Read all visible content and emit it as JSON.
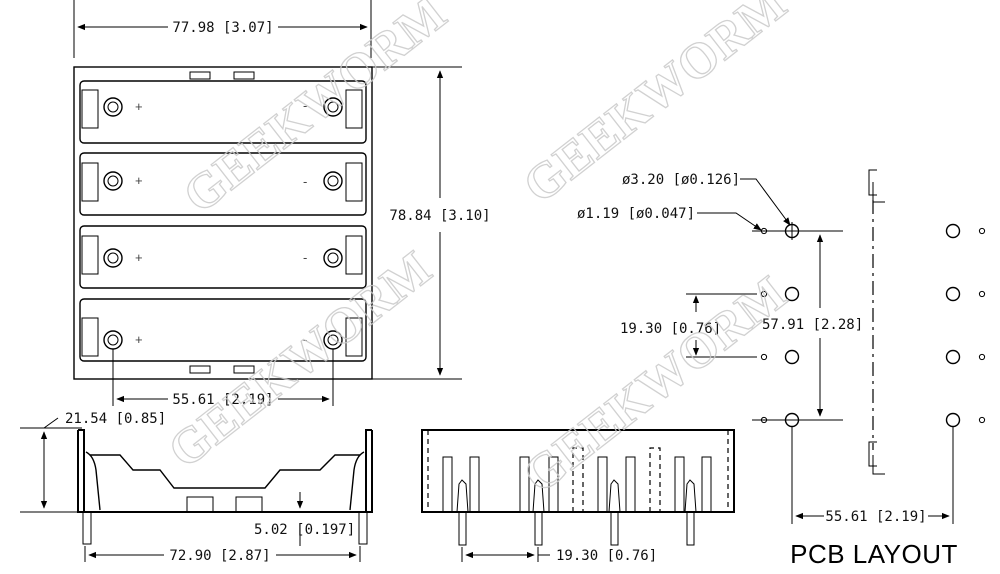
{
  "watermark": "GEEKWORM",
  "top_view": {
    "width_dim": "77.98 [3.07]",
    "height_dim": "78.84 [3.10]",
    "pin_spacing_dim": "55.61 [2.19]",
    "plus_sign": "+",
    "minus_sign": "-"
  },
  "side_view": {
    "height_dim": "21.54 [0.85]",
    "width_dim": "72.90 [2.87]",
    "pin_len_dim": "5.02 [0.197]"
  },
  "front_view": {
    "pitch_dim": "19.30 [0.76]"
  },
  "pcb_layout": {
    "title": "PCB LAYOUT",
    "big_hole_dim": "ø3.20 [ø0.126]",
    "small_hole_dim": "ø1.19 [ø0.047]",
    "pitch_dim": "19.30 [0.76]",
    "total_dim": "57.91 [2.28]",
    "spacing_dim": "55.61 [2.19]"
  }
}
